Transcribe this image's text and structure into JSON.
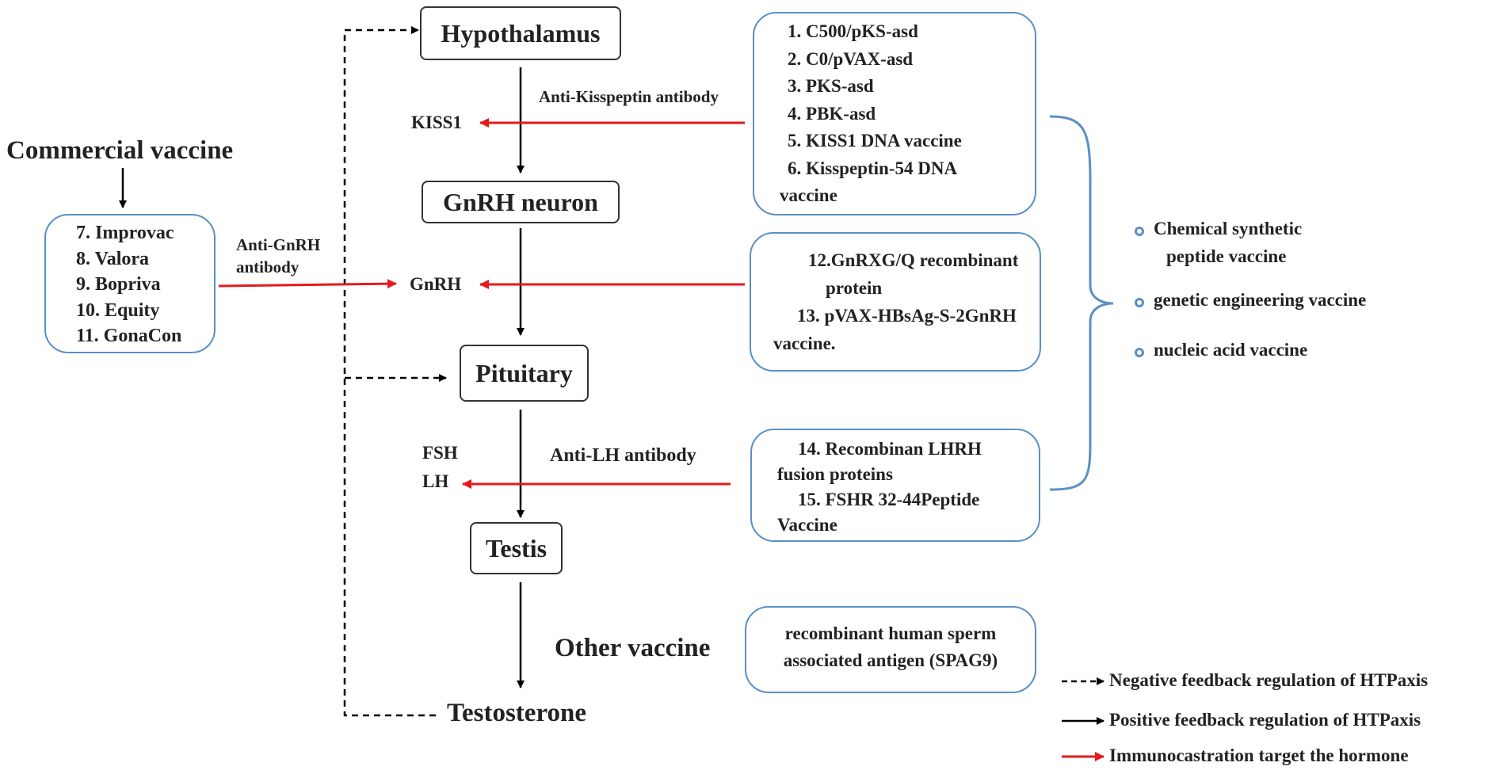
{
  "colors": {
    "accent_red": "#e41a1c",
    "box_blue": "#5b8fc7",
    "ink": "#222222"
  },
  "axis": {
    "hypothalamus": "Hypothalamus",
    "gnrh_neuron": "GnRH neuron",
    "pituitary": "Pituitary",
    "testis": "Testis",
    "testosterone": "Testosterone"
  },
  "hormones": {
    "kiss1": "KISS1",
    "gnrh": "GnRH",
    "fsh": "FSH",
    "lh": "LH"
  },
  "antibody_labels": {
    "kisspeptin": "Anti-Kisspeptin  antibody",
    "gnrh_line1": "Anti-GnRH",
    "gnrh_line2": "antibody",
    "lh": "Anti-LH  antibody"
  },
  "commercial": {
    "title": "Commercial vaccine",
    "items": [
      "7. Improvac",
      "8. Valora",
      "9. Bopriva",
      "10. Equity",
      "11. GonaCon"
    ]
  },
  "kisspeptin_vaccines": {
    "items": [
      "1. C500/pKS-asd",
      "2. C0/pVAX-asd",
      "3. PKS-asd",
      "4. PBK-asd",
      "5. KISS1 DNA vaccine",
      "6. Kisspeptin-54 DNA",
      "vaccine"
    ]
  },
  "gnrh_vaccines": {
    "items": [
      "12.GnRXG/Q recombinant",
      "protein",
      "13. pVAX-HBsAg-S-2GnRH",
      "vaccine."
    ]
  },
  "lh_vaccines": {
    "items": [
      "14. Recombinan LHRH",
      "fusion proteins",
      "15. FSHR 32-44Peptide",
      "Vaccine"
    ]
  },
  "other": {
    "title": "Other vaccine",
    "items": [
      "recombinant human sperm",
      "associated antigen (SPAG9)"
    ]
  },
  "categories": {
    "items": [
      "Chemical synthetic",
      "peptide vaccine",
      "genetic engineering vaccine",
      "nucleic acid vaccine"
    ]
  },
  "legend": {
    "negative": "Negative feedback regulation of HTPaxis",
    "positive": "Positive feedback regulation of HTPaxis",
    "immuno": "Immunocastration target the hormone"
  }
}
